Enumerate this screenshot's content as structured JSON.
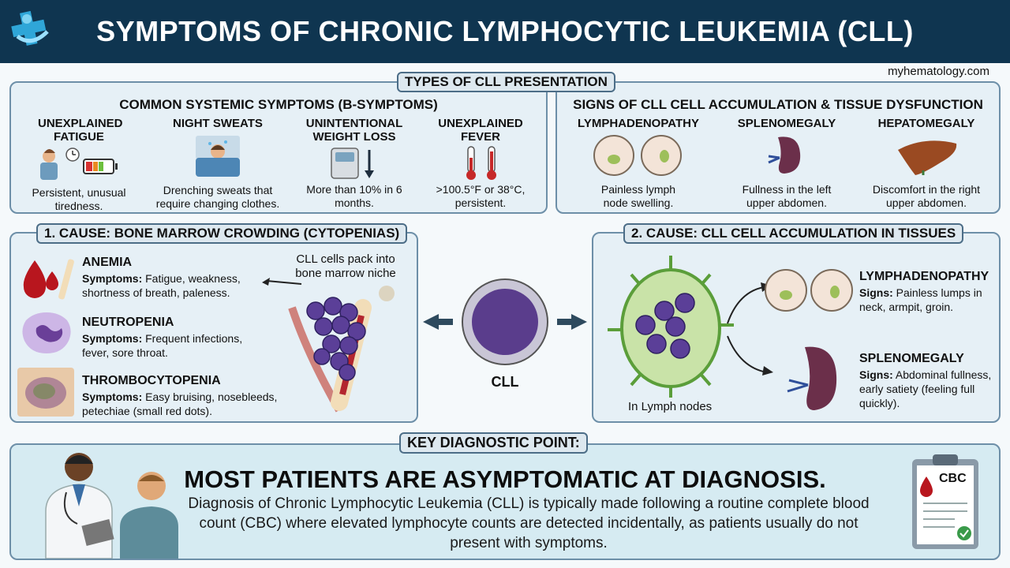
{
  "header": {
    "title": "SYMPTOMS OF CHRONIC LYMPHOCYTIC LEUKEMIA (CLL)"
  },
  "site": "myhematology.com",
  "types": {
    "tag": "TYPES OF CLL PRESENTATION",
    "systemic": {
      "heading": "COMMON SYSTEMIC SYMPTOMS (B-SYMPTOMS)",
      "items": [
        {
          "title": "UNEXPLAINED FATIGUE",
          "desc": "Persistent, unusual tiredness.",
          "icon": "fatigue-icon"
        },
        {
          "title": "NIGHT SWEATS",
          "desc": "Drenching sweats that require changing clothes.",
          "icon": "night-sweats-icon"
        },
        {
          "title": "UNINTENTIONAL WEIGHT LOSS",
          "desc": "More than 10% in 6 months.",
          "icon": "scale-icon"
        },
        {
          "title": "UNEXPLAINED FEVER",
          "desc": ">100.5°F or 38°C, persistent.",
          "icon": "thermometer-icon"
        }
      ]
    },
    "signs": {
      "heading": "SIGNS OF CLL CELL ACCUMULATION & TISSUE DYSFUNCTION",
      "items": [
        {
          "title": "LYMPHADENOPATHY",
          "desc": "Painless lymph node swelling.",
          "icon": "lymph-node-icon"
        },
        {
          "title": "SPLENOMEGALY",
          "desc": "Fullness in the left upper abdomen.",
          "icon": "spleen-icon"
        },
        {
          "title": "HEPATOMEGALY",
          "desc": "Discomfort in the right upper abdomen.",
          "icon": "liver-icon"
        }
      ]
    }
  },
  "cause1": {
    "tag": "1. CAUSE: BONE MARROW CROWDING (CYTOPENIAS)",
    "bone_label": "CLL cells pack into bone marrow niche",
    "items": [
      {
        "title": "ANEMIA",
        "label": "Symptoms:",
        "desc": " Fatigue, weakness, shortness of breath, paleness."
      },
      {
        "title": "NEUTROPENIA",
        "label": "Symptoms:",
        "desc": " Frequent infections, fever, sore throat."
      },
      {
        "title": "THROMBOCYTOPENIA",
        "label": "Symptoms:",
        "desc": " Easy bruising, nosebleeds, petechiae (small red dots)."
      }
    ]
  },
  "center": {
    "label": "CLL"
  },
  "cause2": {
    "tag": "2. CAUSE: CLL CELL ACCUMULATION IN TISSUES",
    "node_label": "In Lymph nodes",
    "items": [
      {
        "title": "LYMPHADENOPATHY",
        "label": "Signs:",
        "desc": " Painless lumps in neck, armpit, groin."
      },
      {
        "title": "SPLENOMEGALY",
        "label": "Signs:",
        "desc": " Abdominal fullness, early satiety (feeling full quickly)."
      }
    ]
  },
  "key": {
    "tag": "KEY DIAGNOSTIC POINT:",
    "headline": "MOST PATIENTS ARE ASYMPTOMATIC AT DIAGNOSIS.",
    "body": "Diagnosis of Chronic Lymphocytic Leukemia (CLL) is typically made following a routine complete blood count (CBC) where elevated lymphocyte counts are detected incidentally, as patients usually do not present with symptoms.",
    "clipboard_label": "CBC"
  },
  "colors": {
    "header_bg": "#0f3550",
    "panel_bg": "#e6f0f6",
    "key_bg": "#d6ebf2",
    "border": "#6d8fa8"
  }
}
